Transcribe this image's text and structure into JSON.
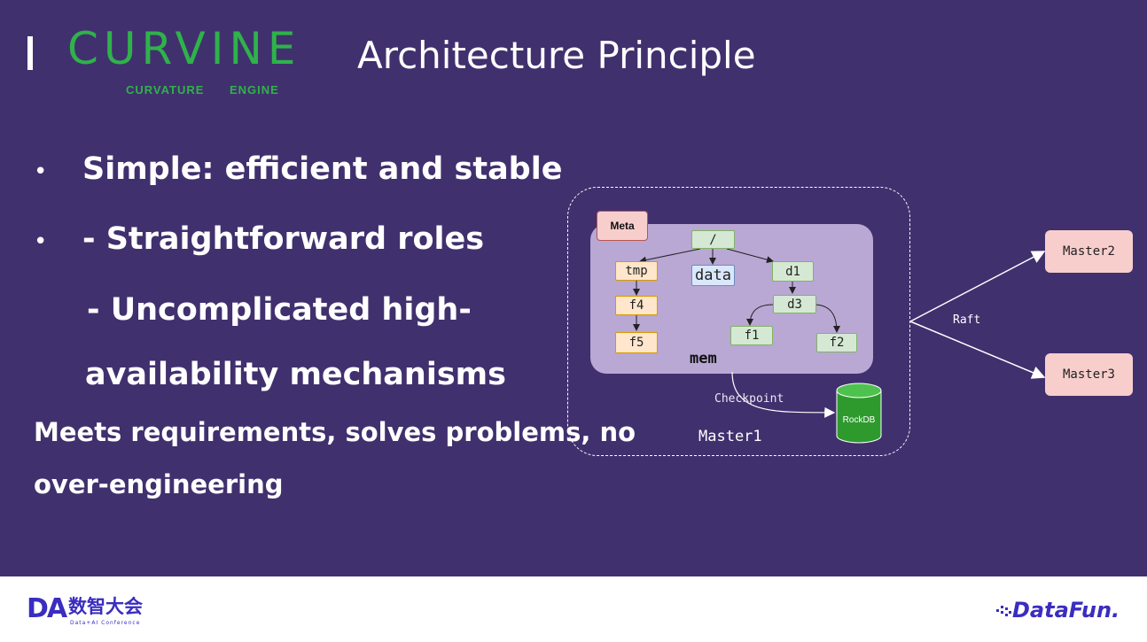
{
  "header": {
    "logo_text": "CURVINE",
    "logo_sub_left": "CURVATURE",
    "logo_sub_right": "ENGINE",
    "title": "Architecture Principle"
  },
  "bullets": [
    {
      "marker": "•",
      "text": "Simple: efficient and stable"
    },
    {
      "marker": "•",
      "text": "- Straightforward roles"
    },
    {
      "text": "-  Uncomplicated high-"
    },
    {
      "text": "availability mechanisms"
    }
  ],
  "body": {
    "line1": "Meets requirements, solves problems, no",
    "line2": "over-engineering"
  },
  "diagram": {
    "meta_label": "Meta",
    "root": "/",
    "nodes": {
      "tmp": "tmp",
      "data": "data",
      "d1": "d1",
      "f4": "f4",
      "d3": "d3",
      "f5": "f5",
      "f1": "f1",
      "f2": "f2"
    },
    "mem_label": "mem",
    "checkpoint_label": "Checkpoint",
    "rockdb_label": "RockDB",
    "master1_label": "Master1",
    "raft_label": "Raft",
    "master2_label": "Master2",
    "master3_label": "Master3"
  },
  "footer": {
    "left_logo_letters": "DA",
    "left_logo_cn": "数智大会",
    "left_logo_sub": "Data+AI Conference",
    "right_logo": "DataFun."
  },
  "colors": {
    "background": "#41306e",
    "brand_green": "#2fb24a",
    "footer_blue": "#3a2dbf",
    "master_pink": "#f8cecc",
    "meta_panel": "#b9a7d4"
  }
}
